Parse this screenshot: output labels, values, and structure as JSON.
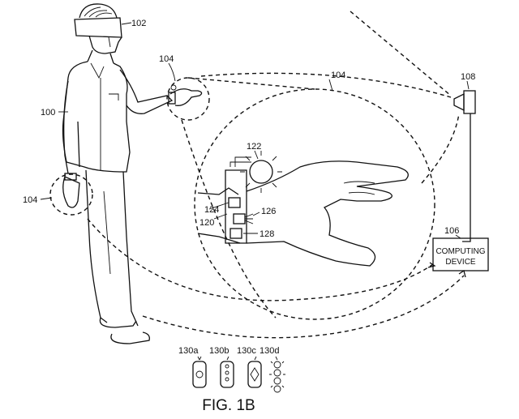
{
  "labels": {
    "hmd": "102",
    "user": "100",
    "glove_upper": "104",
    "glove_lower": "104",
    "glove_zoom": "104",
    "camera": "108",
    "computing": "106",
    "light": "122",
    "circuit": "120",
    "controller": "124",
    "sensor": "126",
    "battery": "128",
    "variant_a": "130a",
    "variant_b": "130b",
    "variant_c": "130c",
    "variant_d": "130d"
  },
  "computing_device": {
    "line1": "COMPUTING",
    "line2": "DEVICE"
  },
  "caption": "FIG. 1B"
}
